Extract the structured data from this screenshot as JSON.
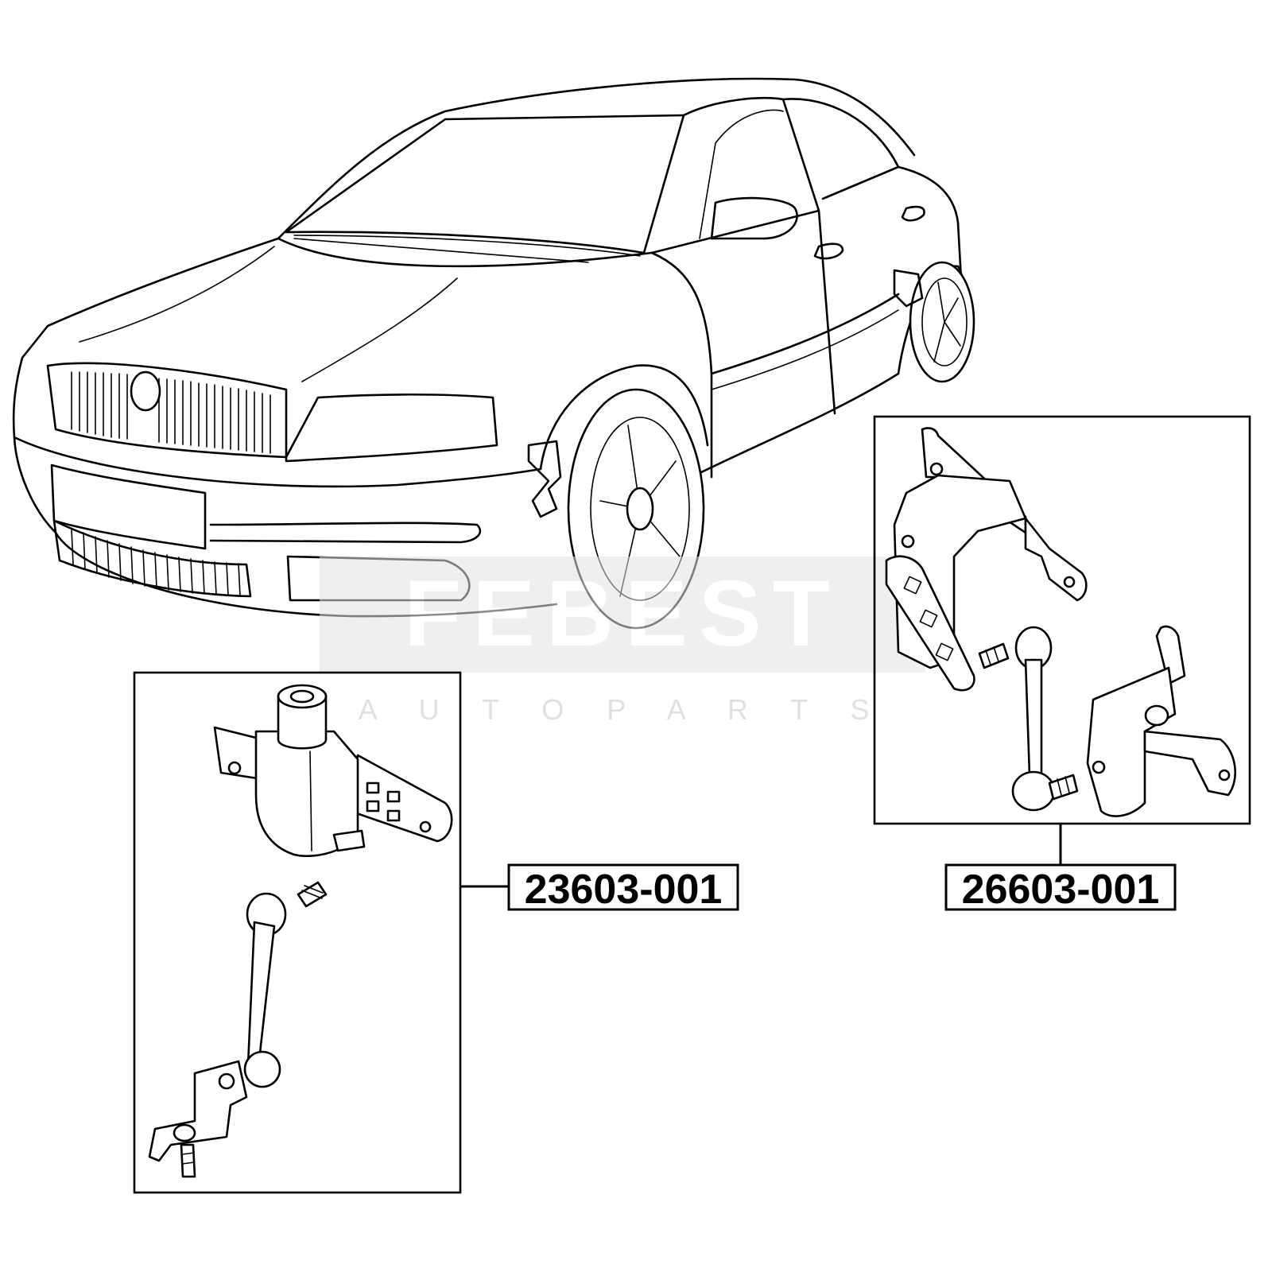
{
  "watermark": {
    "brand": "FEBEST",
    "tagline": "A U T O   P A R T S"
  },
  "callouts": [
    {
      "id": "front",
      "part_number": "23603-001"
    },
    {
      "id": "rear",
      "part_number": "26603-001"
    }
  ]
}
